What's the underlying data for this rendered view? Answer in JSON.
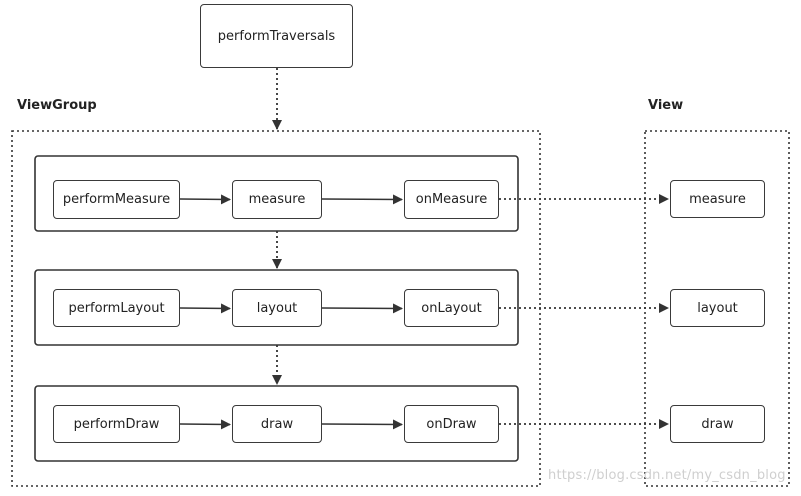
{
  "root": {
    "label": "performTraversals"
  },
  "viewgroup": {
    "title": "ViewGroup",
    "rows": [
      {
        "perform": "performMeasure",
        "core": "measure",
        "hook": "onMeasure"
      },
      {
        "perform": "performLayout",
        "core": "layout",
        "hook": "onLayout"
      },
      {
        "perform": "performDraw",
        "core": "draw",
        "hook": "onDraw"
      }
    ]
  },
  "view": {
    "title": "View",
    "items": [
      "measure",
      "layout",
      "draw"
    ]
  },
  "watermark": "https://blog.csdn.net/my_csdn_blog"
}
